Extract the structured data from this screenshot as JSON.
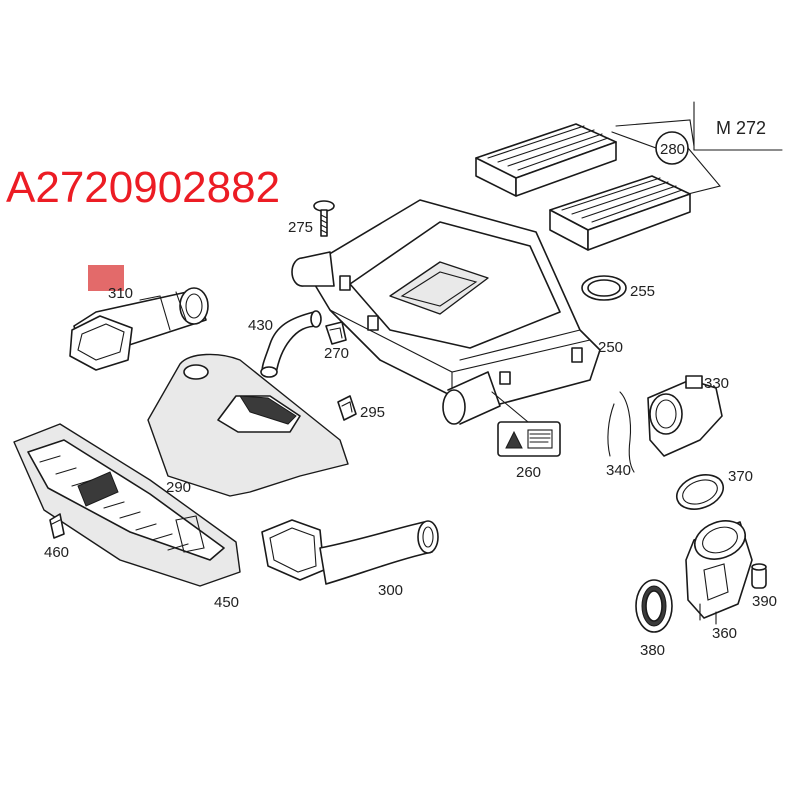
{
  "part_number": "A2720902882",
  "engine_label": "M 272",
  "highlight_color": "#e05a5a",
  "accent_color": "#ec1c24",
  "callouts": {
    "c250": "250",
    "c255": "255",
    "c260": "260",
    "c270": "270",
    "c275": "275",
    "c280": "280",
    "c290": "290",
    "c295": "295",
    "c300": "300",
    "c310": "310",
    "c330": "330",
    "c340": "340",
    "c360": "360",
    "c370": "370",
    "c380": "380",
    "c390": "390",
    "c430": "430",
    "c450": "450",
    "c460": "460"
  }
}
